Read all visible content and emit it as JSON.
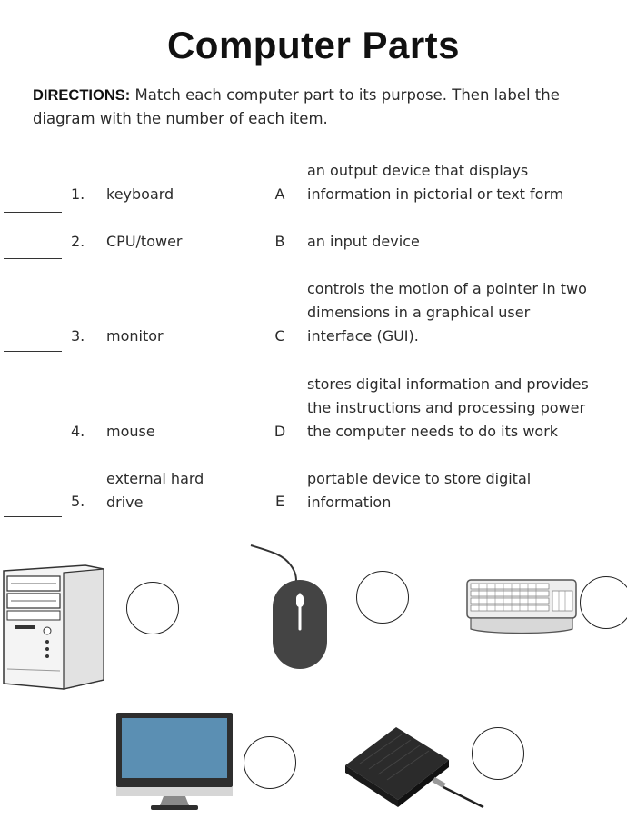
{
  "title": "Computer Parts",
  "directions": {
    "label": "DIRECTIONS:",
    "text": "Match each computer part to its purpose. Then label the diagram with the number of each item."
  },
  "items": [
    {
      "number": "1.",
      "name_line1": "",
      "name_line2": "keyboard"
    },
    {
      "number": "2.",
      "name_line1": "",
      "name_line2": "CPU/tower"
    },
    {
      "number": "3.",
      "name_line1": "",
      "name_line2": "monitor"
    },
    {
      "number": "4.",
      "name_line1": "",
      "name_line2": "mouse"
    },
    {
      "number": "5.",
      "name_line1": "external hard",
      "name_line2": "drive"
    }
  ],
  "purposes": [
    {
      "letter": "A",
      "lines": [
        "an output device that displays",
        "information in pictorial or text form"
      ]
    },
    {
      "letter": "B",
      "lines": [
        "an input device"
      ]
    },
    {
      "letter": "C",
      "lines": [
        "controls the motion of a pointer in two",
        "dimensions in a graphical user",
        "interface (GUI)."
      ]
    },
    {
      "letter": "D",
      "lines": [
        "stores digital information and provides",
        "the instructions and processing power",
        "the computer needs to do its work"
      ]
    },
    {
      "letter": "E",
      "lines": [
        "portable device to store digital",
        "information"
      ]
    }
  ],
  "diagram": {
    "pictures": [
      "cpu-tower-icon",
      "mouse-icon",
      "keyboard-icon",
      "monitor-icon",
      "external-hard-drive-icon"
    ],
    "colors": {
      "device_dark": "#3a3a3a",
      "screen": "#5b8fb3",
      "ink": "#222222"
    }
  }
}
